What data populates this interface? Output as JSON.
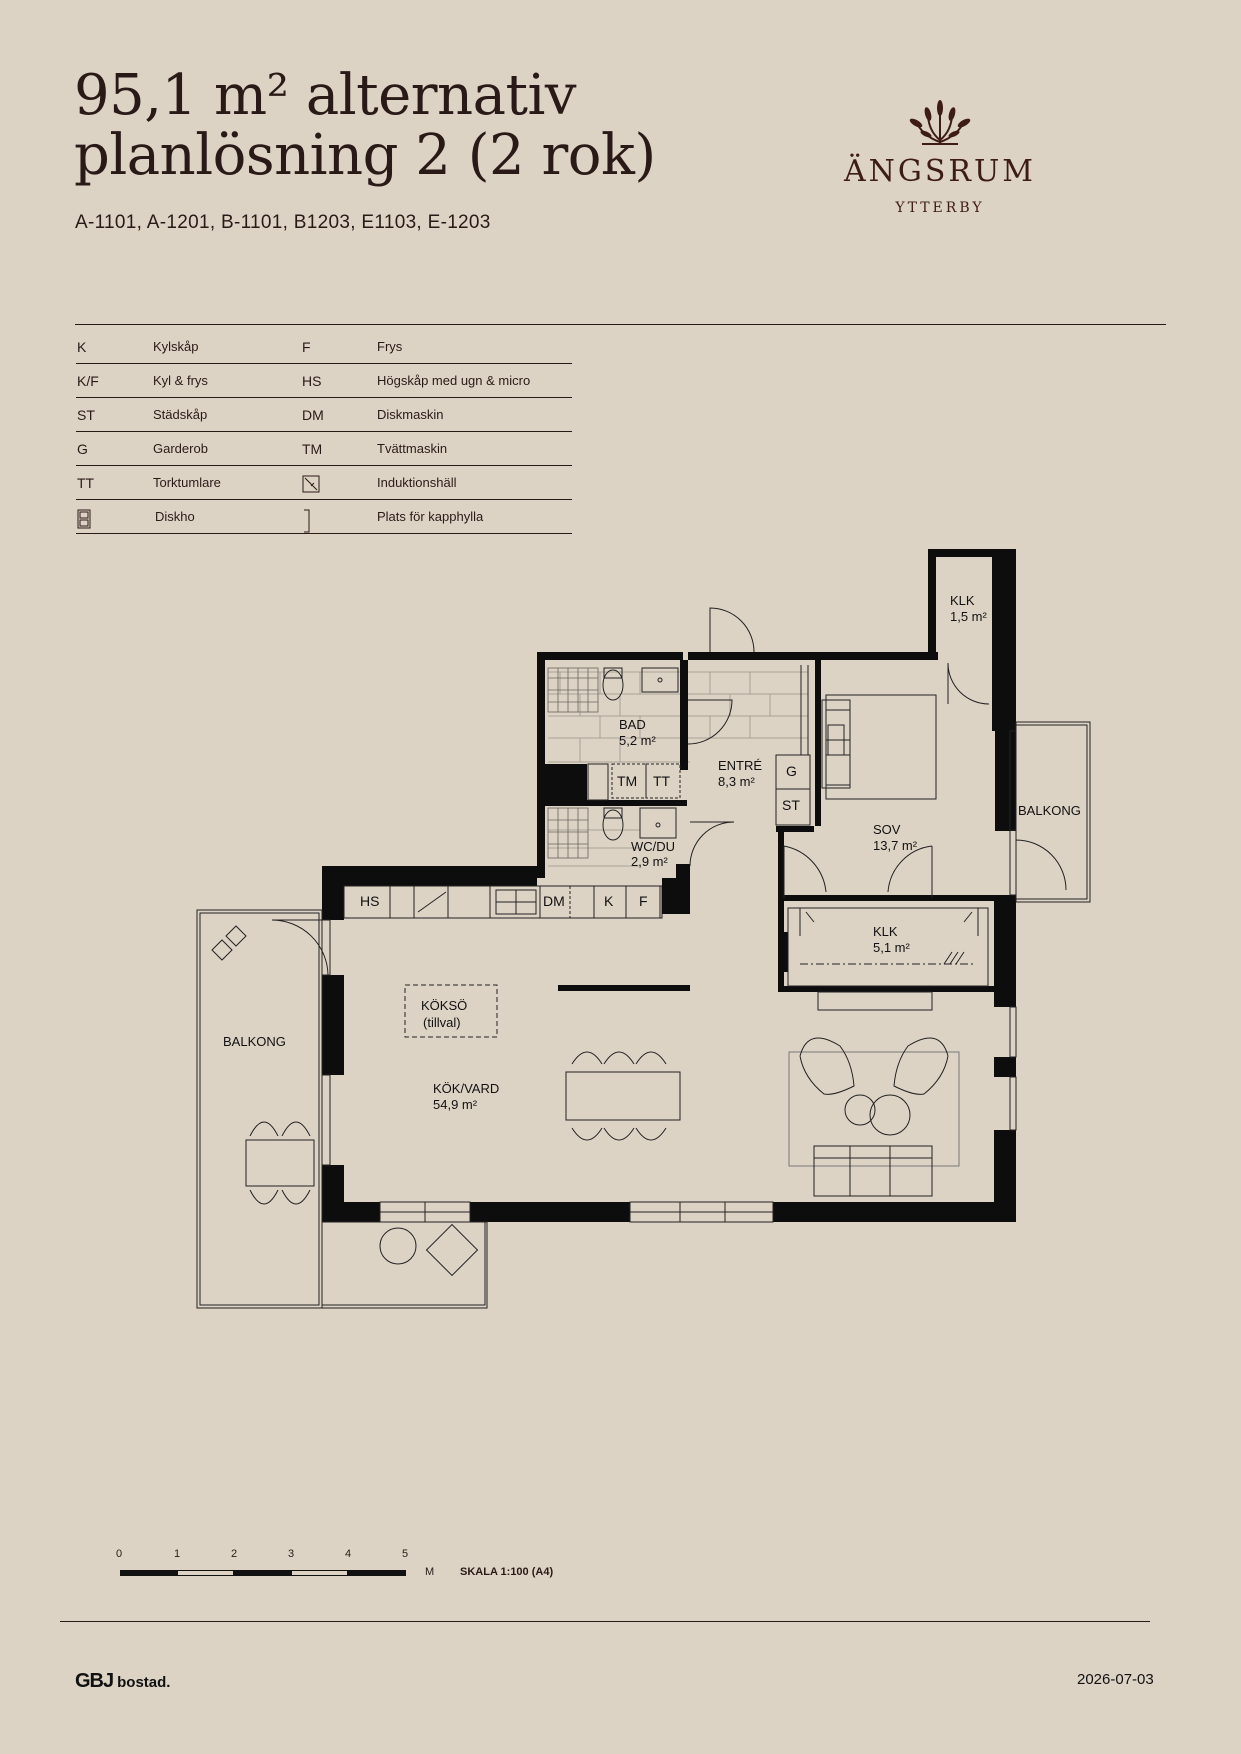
{
  "header": {
    "title_line1": "95,1 m² alternativ",
    "title_line2": "planlösning 2 (2 rok)",
    "apartments": "A-1101, A-1201, B-1101, B1203, E1103, E-1203"
  },
  "logo": {
    "name": "ÄNGSRUM",
    "sub": "YTTERBY"
  },
  "legend": [
    {
      "code": "K",
      "label": "Kylskåp",
      "code2": "F",
      "label2": "Frys"
    },
    {
      "code": "K/F",
      "label": "Kyl & frys",
      "code2": "HS",
      "label2": "Högskåp med ugn & micro"
    },
    {
      "code": "ST",
      "label": "Städskåp",
      "code2": "DM",
      "label2": "Diskmaskin"
    },
    {
      "code": "G",
      "label": "Garderob",
      "code2": "TM",
      "label2": "Tvättmaskin"
    },
    {
      "code": "TT",
      "label": "Torktumlare",
      "code2": "induction-hob-icon",
      "label2": "Induktionshäll"
    },
    {
      "code": "sink-icon",
      "label": "Diskho",
      "code2": "coat-rack-icon",
      "label2": "Plats för kapphylla"
    }
  ],
  "rooms": {
    "klk1_name": "KLK",
    "klk1_area": "1,5 m²",
    "bad_name": "BAD",
    "bad_area": "5,2 m²",
    "entre_name": "ENTRÉ",
    "entre_area": "8,3 m²",
    "wc_name": "WC/DU",
    "wc_area": "2,9 m²",
    "sov_name": "SOV",
    "sov_area": "13,7 m²",
    "klk2_name": "KLK",
    "klk2_area": "5,1 m²",
    "kok_name": "KÖK/VARD",
    "kok_area": "54,9 m²",
    "koksö_line1": "KÖKSÖ",
    "koksö_line2": "(tillval)",
    "balkong_left": "BALKONG",
    "balkong_right": "BALKONG"
  },
  "fixtures": {
    "g": "G",
    "st": "ST",
    "tm": "TM",
    "tt": "TT",
    "hs": "HS",
    "dm": "DM",
    "k": "K",
    "f": "F"
  },
  "scale": {
    "ticks": [
      "0",
      "1",
      "2",
      "3",
      "4",
      "5"
    ],
    "unit": "M",
    "label": "SKALA 1:100 (A4)"
  },
  "footer": {
    "brand": "GBJ",
    "brand_sub": "bostad.",
    "date": "2026-07-03"
  },
  "colors": {
    "background": "#ddd3c5",
    "ink": "#2a1a17",
    "wall": "#0d0d0d"
  }
}
